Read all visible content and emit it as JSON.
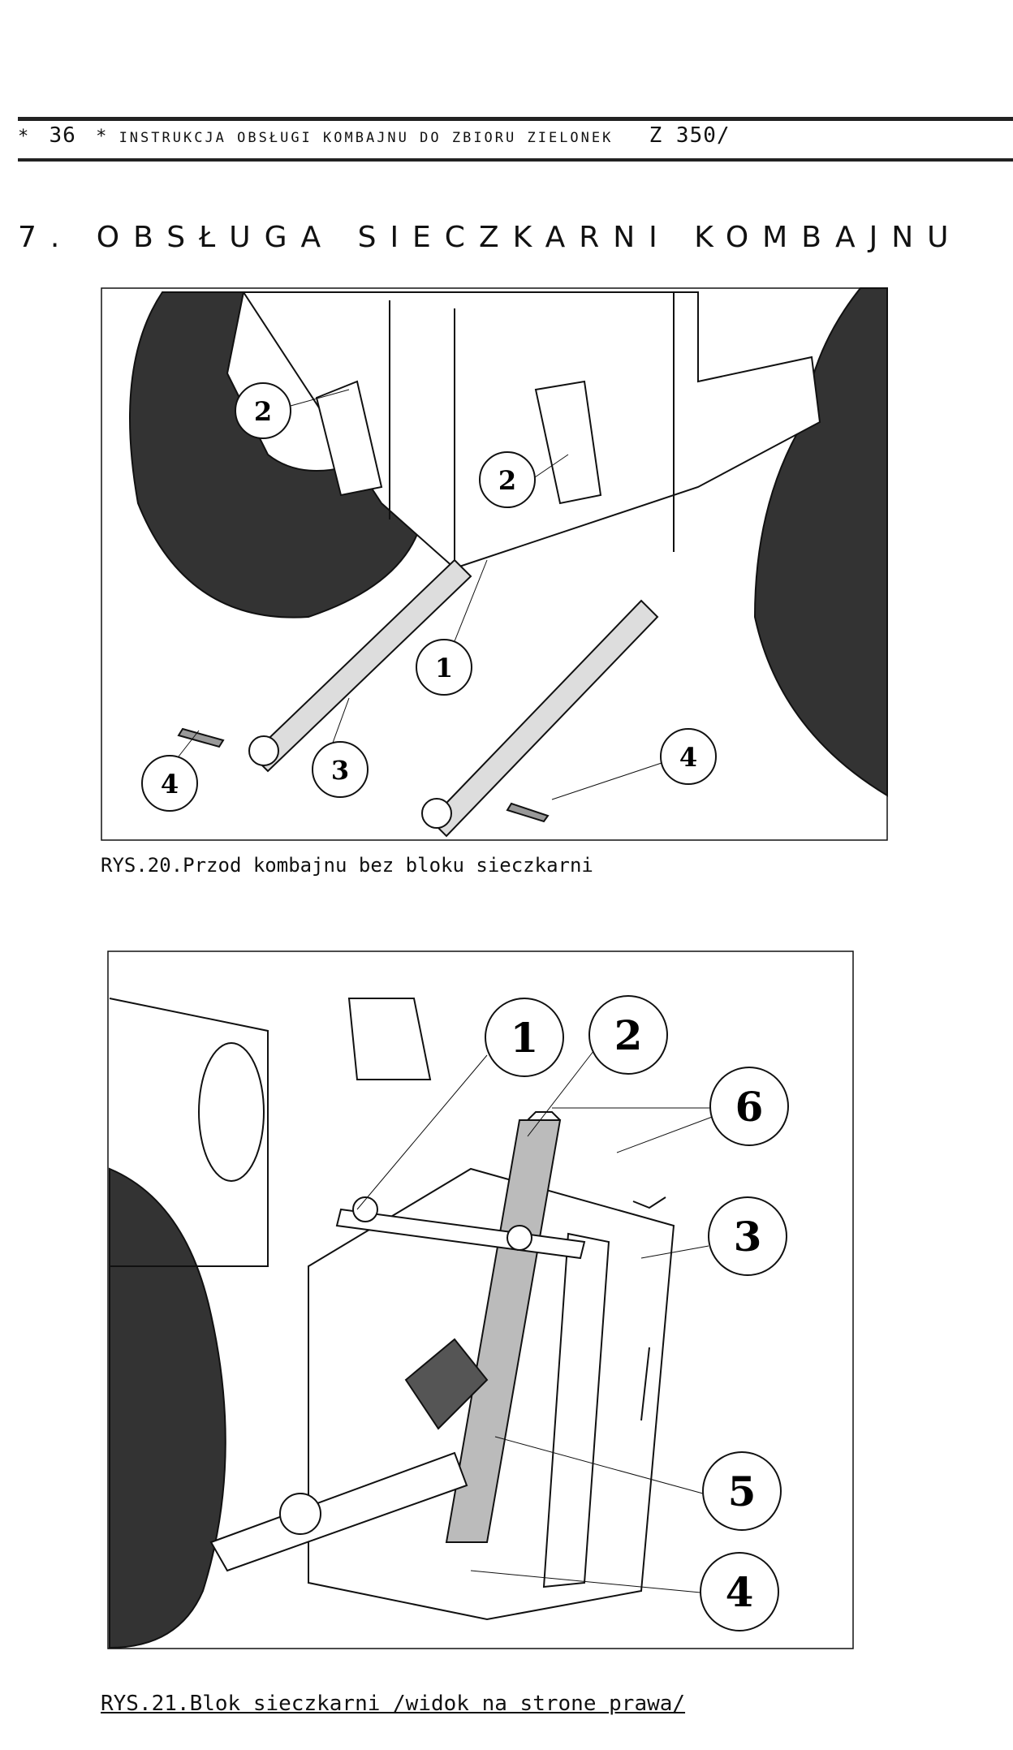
{
  "header": {
    "star_left": "*",
    "page_number": "36",
    "star_mid": "*",
    "manual_title": "INSTRUKCJA OBSŁUGI KOMBAJNU DO ZBIORU ZIELONEK",
    "model_code": "Z 350/"
  },
  "section_title": "7. OBSŁUGA SIECZKARNI KOMBAJNU",
  "figures": [
    {
      "caption": "RYS.20.Przod kombajnu bez bloku sieczkarni",
      "callouts": [
        "2",
        "2",
        "1",
        "3",
        "4",
        "4"
      ]
    },
    {
      "caption": "RYS.21.Blok sieczkarni /widok na strone prawa/",
      "callouts": [
        "1",
        "2",
        "6",
        "3",
        "5",
        "4"
      ]
    }
  ]
}
